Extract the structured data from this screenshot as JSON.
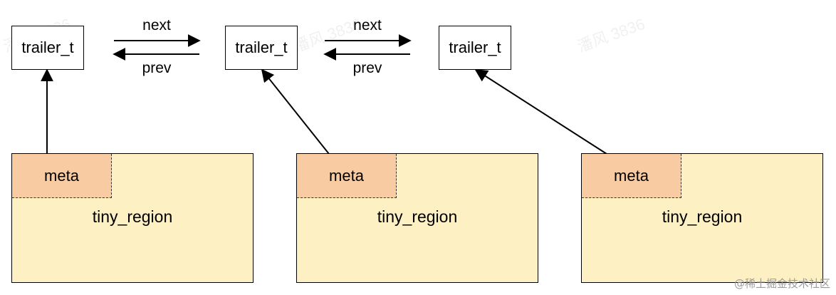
{
  "nodes": {
    "trailers": [
      {
        "label": "trailer_t"
      },
      {
        "label": "trailer_t"
      },
      {
        "label": "trailer_t"
      }
    ],
    "regions": [
      {
        "meta_label": "meta",
        "label": "tiny_region"
      },
      {
        "meta_label": "meta",
        "label": "tiny_region"
      },
      {
        "meta_label": "meta",
        "label": "tiny_region"
      }
    ]
  },
  "edges": {
    "links": [
      {
        "next_label": "next",
        "prev_label": "prev"
      },
      {
        "next_label": "next",
        "prev_label": "prev"
      }
    ]
  },
  "watermark": {
    "text": "潘风 3836"
  },
  "credit": {
    "text": "@稀土掘金技术社区"
  },
  "colors": {
    "region_fill": "#fdf0c3",
    "meta_fill": "#f8cba3",
    "stroke": "#000000"
  }
}
